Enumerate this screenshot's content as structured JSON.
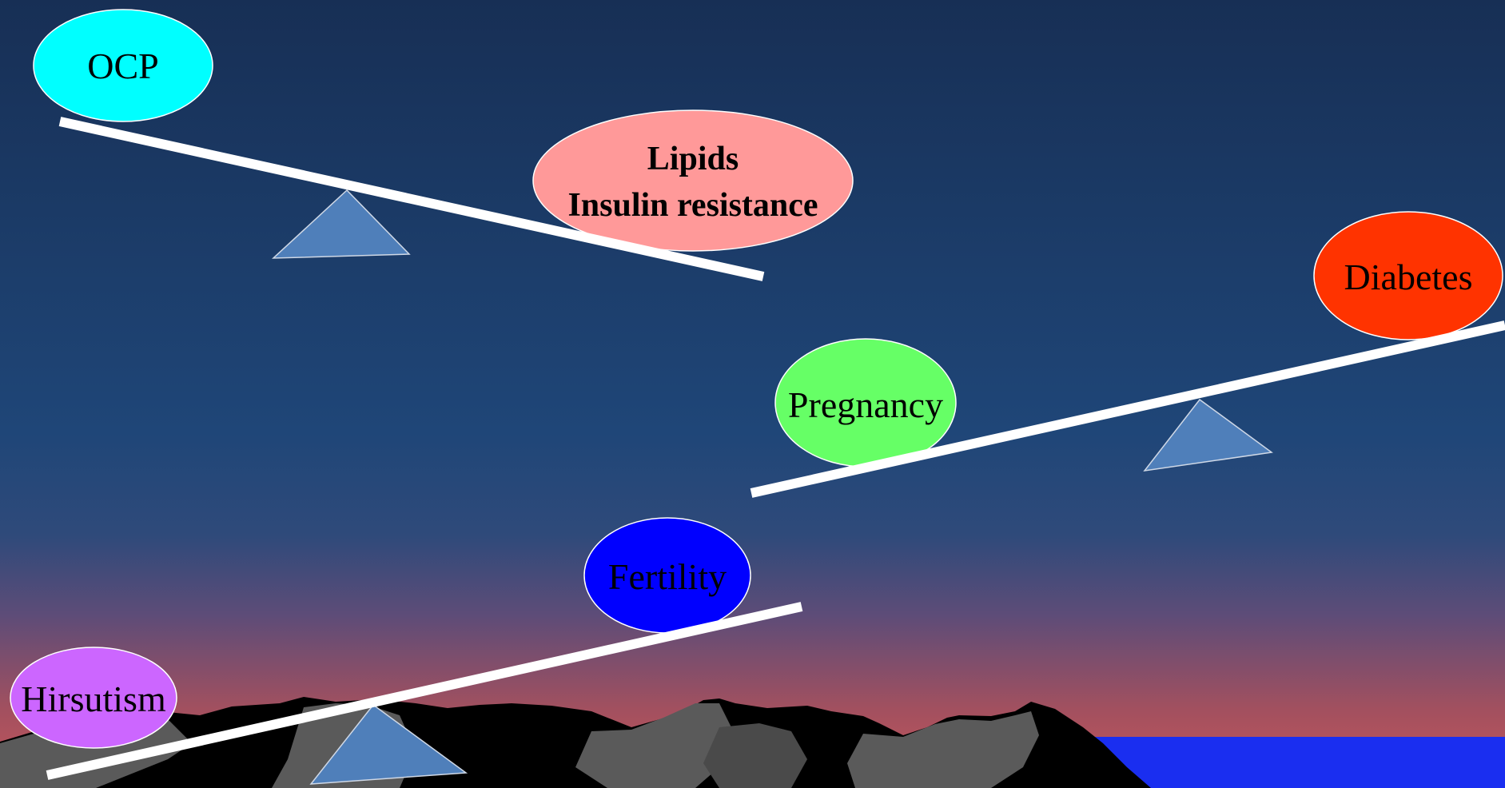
{
  "slide": {
    "colors": {
      "sky_top": "#172f55",
      "sky_mid": "#1f4678",
      "dusk_purple": "#5d4c78",
      "dusk_red": "#b9525c",
      "sea": "#1a2ef0",
      "beam": "#ffffff",
      "fulcrum": "#4f7fba",
      "mountain_dark": "#000000",
      "mountain_light": "#5a5a5a"
    }
  },
  "seesaws": [
    {
      "id": "top",
      "tilt": "down-right",
      "left": {
        "label": "OCP",
        "color": "#00ffff",
        "bold": false
      },
      "right": {
        "label_lines": [
          "Lipids",
          "Insulin resistance"
        ],
        "color": "#ff9999",
        "bold": true
      }
    },
    {
      "id": "middle",
      "tilt": "up-right",
      "left": {
        "label": "Pregnancy",
        "color": "#66ff66",
        "bold": false
      },
      "right": {
        "label": "Diabetes",
        "color": "#ff3300",
        "bold": false
      }
    },
    {
      "id": "bottom",
      "tilt": "up-right",
      "left": {
        "label": "Hirsutism",
        "color": "#cc66ff",
        "bold": false
      },
      "right": {
        "label": "Fertility",
        "color": "#0000ff",
        "bold": false
      }
    }
  ]
}
